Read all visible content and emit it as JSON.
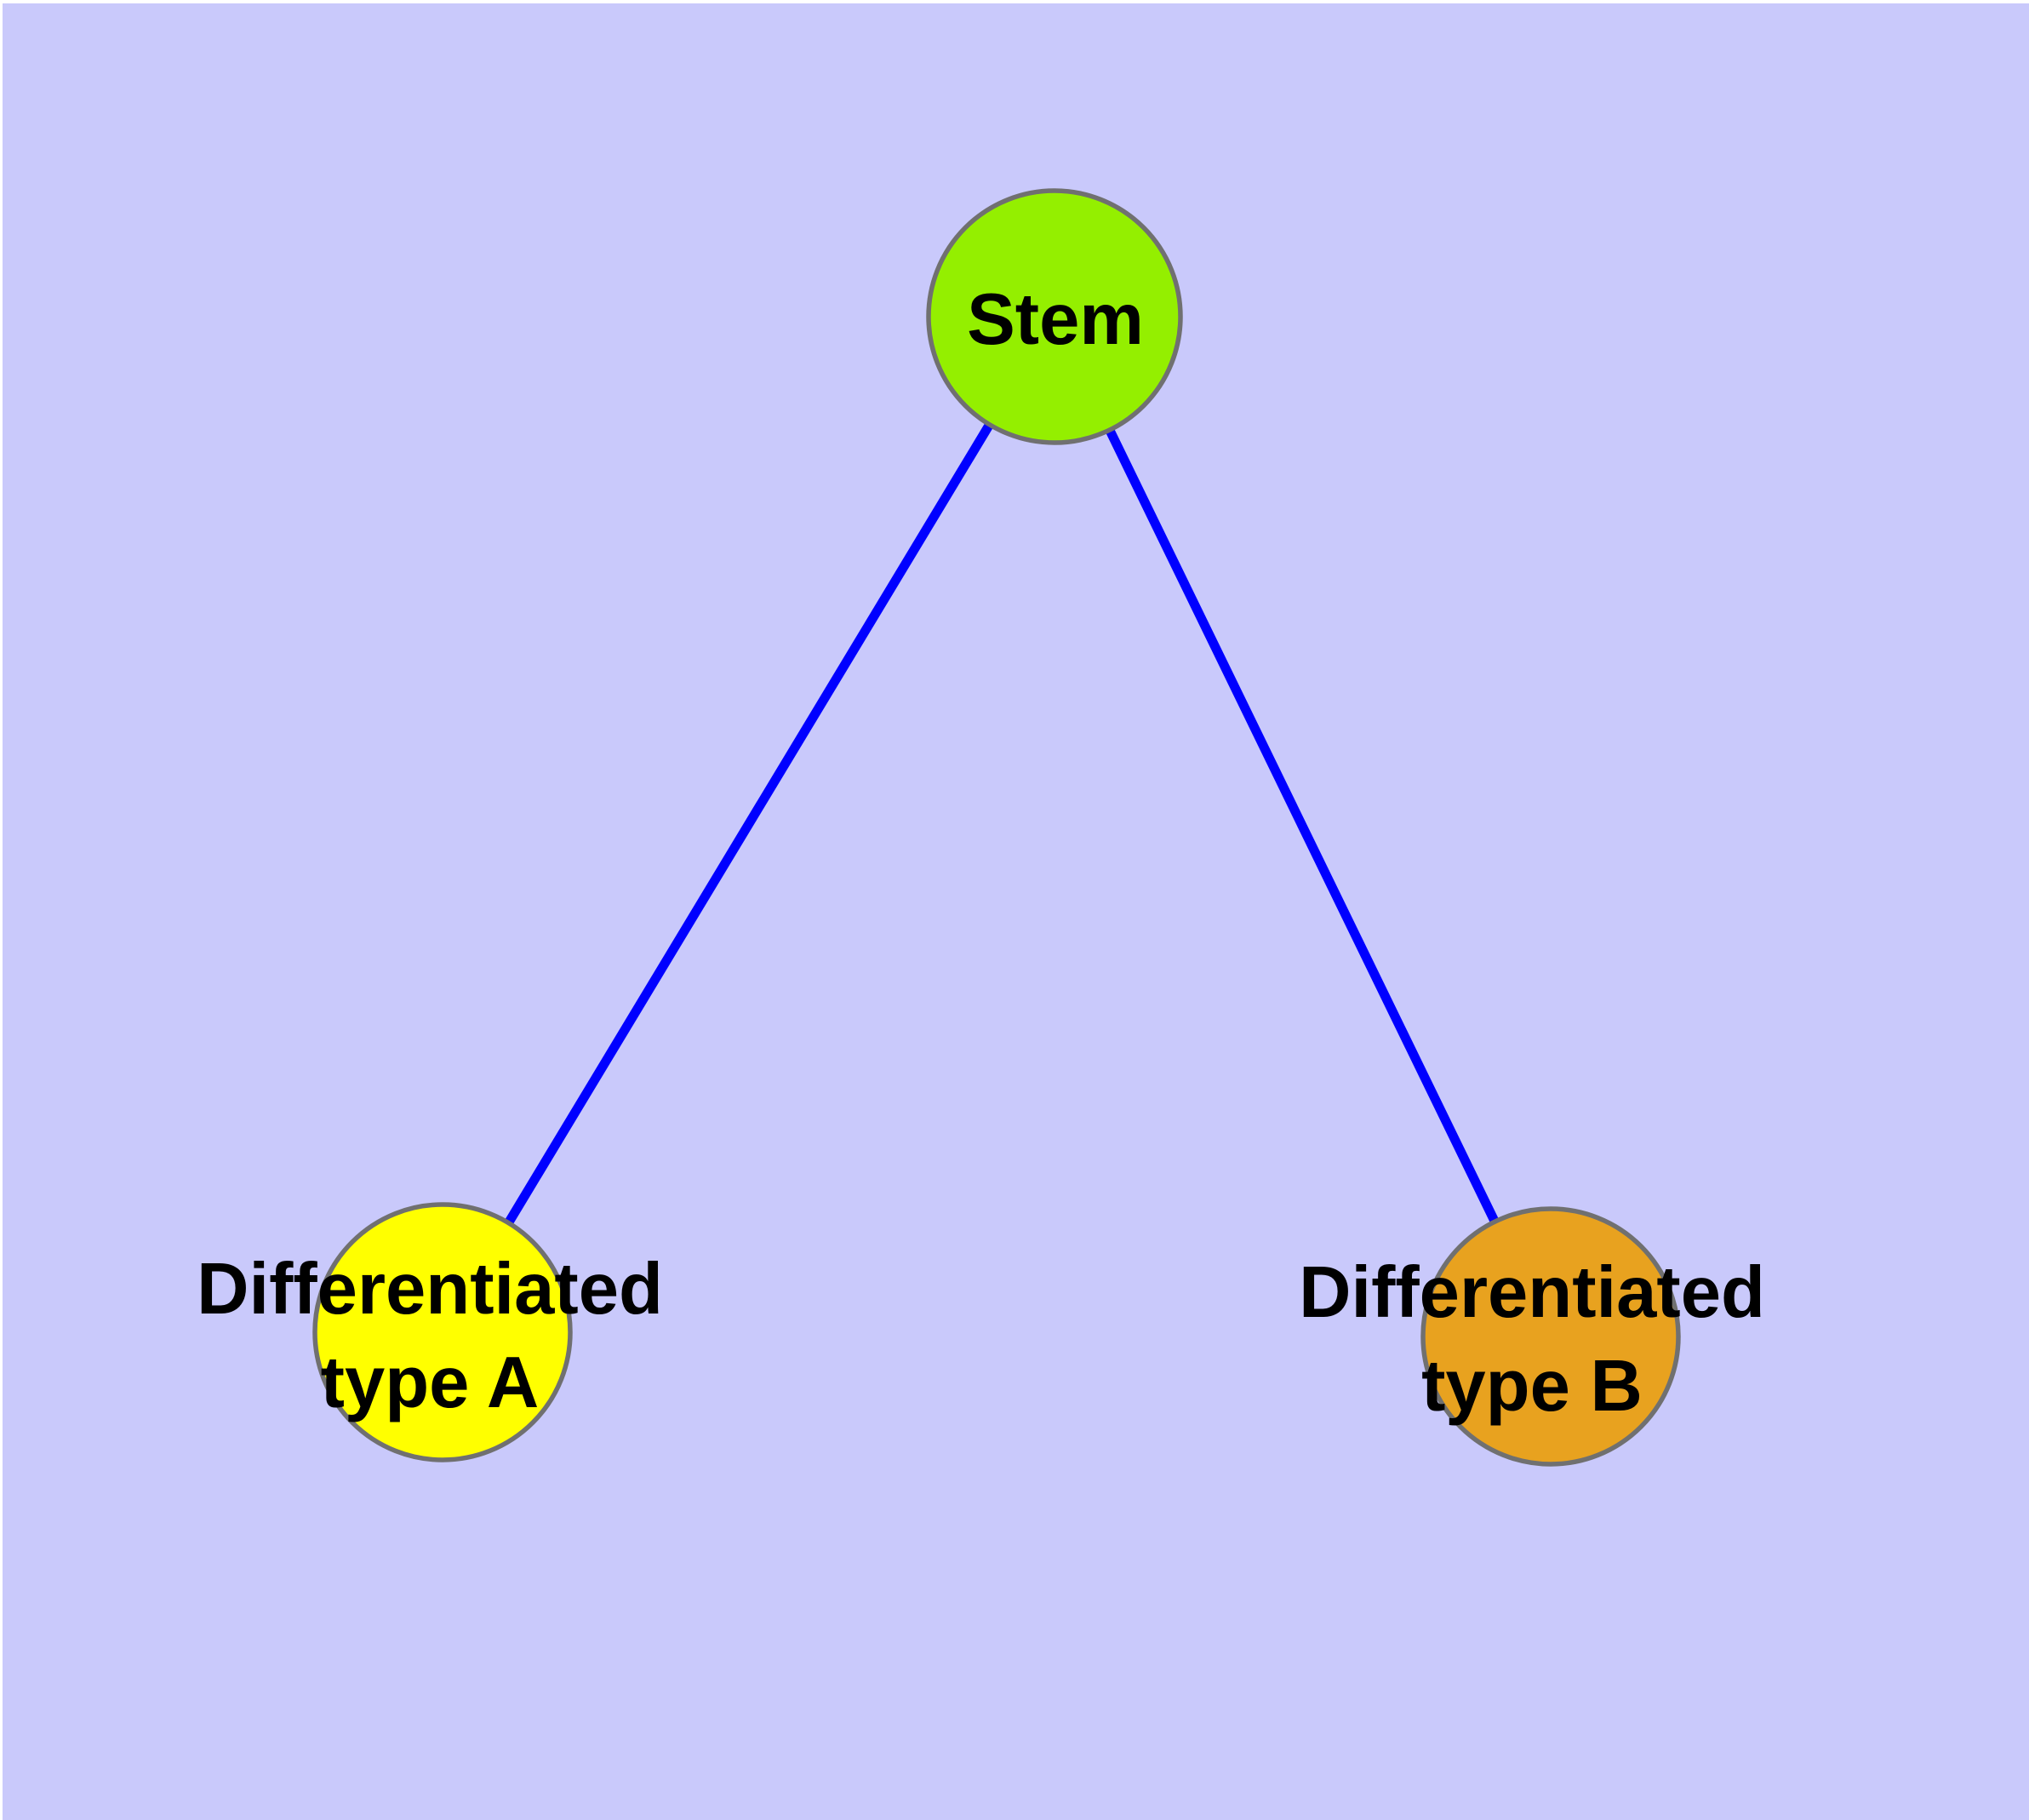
{
  "diagram": {
    "title": "",
    "background_color": "#C9C9FB",
    "margin_color": "#FFFFFF",
    "edge_color": "#0000FF",
    "node_border_color": "#707070",
    "text_color": "#000000",
    "nodes": [
      {
        "id": "stem",
        "label": "Stem",
        "label_line1": "Stem",
        "label_line2": "",
        "color": "#94EF00"
      },
      {
        "id": "differentiated-type-a",
        "label": "Differentiated type A",
        "label_line1": "Differentiated",
        "label_line2": "type A",
        "color": "#FFFF00"
      },
      {
        "id": "differentiated-type-b",
        "label": "Differentiated type B",
        "label_line1": "Differentiated",
        "label_line2": "type B",
        "color": "#E8A21F"
      }
    ],
    "edges": [
      {
        "from": "Stem",
        "to": "Differentiated type A"
      },
      {
        "from": "Stem",
        "to": "Differentiated type B"
      }
    ]
  }
}
